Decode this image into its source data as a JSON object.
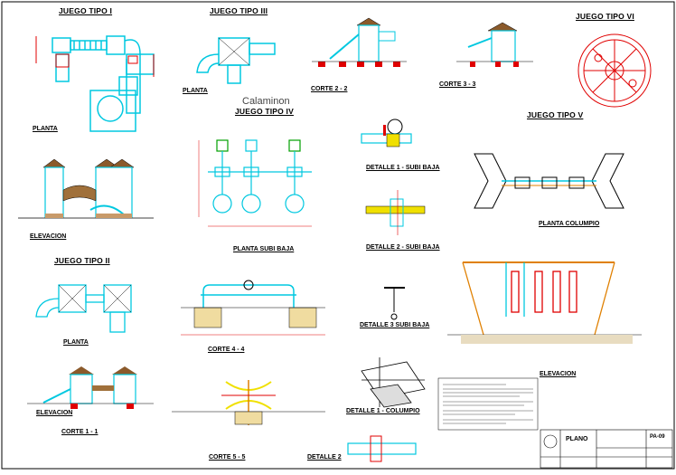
{
  "titles": {
    "tipo1": "JUEGO TIPO I",
    "tipo3": "JUEGO TIPO III",
    "tipo4": "JUEGO TIPO IV",
    "tipo5": "JUEGO TIPO V",
    "tipo6": "JUEGO TIPO VI",
    "tipo2": "JUEGO TIPO II"
  },
  "watermark": "Calaminon",
  "labels": {
    "planta1": "PLANTA",
    "planta3": "PLANTA",
    "elevacion1": "ELEVACION",
    "corte22": "CORTE 2 - 2",
    "corte33": "CORTE 3 - 3",
    "detalle1": "DETALLE 1 - SUBI BAJA",
    "detalle2": "DETALLE 2 - SUBI BAJA",
    "plantaSubiBaja": "PLANTA SUBI BAJA",
    "plantaColumpio": "PLANTA COLUMPIO",
    "planta2": "PLANTA",
    "elevacion2": "ELEVACION",
    "corte11": "CORTE 1 - 1",
    "corte44": "CORTE 4 - 4",
    "detalle3": "DETALLE 3 SUBI BAJA",
    "detalleColumpio": "DETALLE 1 - COLUMPIO",
    "elevacion5": "ELEVACION",
    "corte55": "CORTE 5 - 5",
    "detalle2b": "DETALLE 2"
  },
  "titleblock": {
    "code": "PLANO",
    "sheet": "PA-09"
  },
  "colors": {
    "cyan": "#00d0e8",
    "red": "#e00000",
    "yellow": "#f0e000",
    "orange": "#e08000",
    "brown": "#8b5a2b",
    "green": "#00a000",
    "blue": "#0000d0"
  }
}
